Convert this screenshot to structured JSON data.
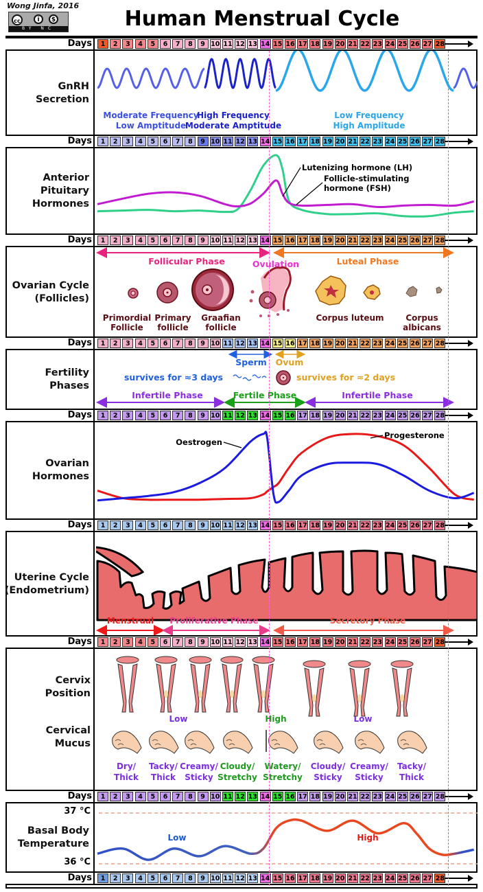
{
  "header": {
    "credit": "Wong Jinfa, 2016",
    "license_badge": {
      "icons": [
        "cc-icon",
        "by-icon",
        "nc-icon"
      ],
      "labels": [
        "BY",
        "NC"
      ]
    },
    "title": "Human Menstrual Cycle"
  },
  "days_label": "Days",
  "day_rows": [
    {
      "id": "menstrual",
      "colors": [
        "#f05a28",
        "#f6868a",
        "#f6868a",
        "#f6868a",
        "#f6868a",
        "#f7b1cd",
        "#f7b1cd",
        "#f7b1cd",
        "#f7b1cd",
        "#f9c5dc",
        "#f9c5dc",
        "#f9c5dc",
        "#f9c5dc",
        "#ee6be6",
        "#f4767b",
        "#f4767b",
        "#f4767b",
        "#f4767b",
        "#f4767b",
        "#f4767b",
        "#f4767b",
        "#f4767b",
        "#f4767b",
        "#f4767b",
        "#f4767b",
        "#f4767b",
        "#f4767b",
        "#f05a28"
      ]
    },
    {
      "id": "gnrh",
      "colors": [
        "#b9bdf2",
        "#b9bdf2",
        "#b9bdf2",
        "#b9bdf2",
        "#b9bdf2",
        "#b9bdf2",
        "#b9bdf2",
        "#b9bdf2",
        "#6a78e6",
        "#8892ee",
        "#8892ee",
        "#8892ee",
        "#8892ee",
        "#ee6be6",
        "#3ec1f0",
        "#3ec1f0",
        "#3ec1f0",
        "#3ec1f0",
        "#3ec1f0",
        "#3ec1f0",
        "#3ec1f0",
        "#3ec1f0",
        "#3ec1f0",
        "#3ec1f0",
        "#3ec1f0",
        "#3ec1f0",
        "#3ec1f0",
        "#3ec1f0"
      ]
    },
    {
      "id": "pituitary",
      "colors": [
        "#f5b0cb",
        "#f5b0cb",
        "#f5b0cb",
        "#f5b0cb",
        "#f5b0cb",
        "#f5b0cb",
        "#f5b0cb",
        "#f5b0cb",
        "#f5b0cb",
        "#f9c8dc",
        "#f9c8dc",
        "#f9c8dc",
        "#f9c8dc",
        "#ee6be6",
        "#f5a25a",
        "#f5a25a",
        "#f5a25a",
        "#f5a25a",
        "#f5a25a",
        "#f5a25a",
        "#f5a25a",
        "#f5a25a",
        "#f5a25a",
        "#f5a25a",
        "#f5a25a",
        "#f5a25a",
        "#f5a25a",
        "#f5a25a"
      ]
    },
    {
      "id": "ovarian",
      "colors": [
        "#f5b0cb",
        "#f5b0cb",
        "#f5b0cb",
        "#f5b0cb",
        "#f5b0cb",
        "#f5b0cb",
        "#f5b0cb",
        "#f5b0cb",
        "#f5b0cb",
        "#f5b0cb",
        "#a9c3f5",
        "#a9c3f5",
        "#a9c3f5",
        "#ee6be6",
        "#f7f08a",
        "#f7f08a",
        "#f5a25a",
        "#f5a25a",
        "#f5a25a",
        "#f5a25a",
        "#f5a25a",
        "#f5a25a",
        "#f5a25a",
        "#f5a25a",
        "#f5a25a",
        "#f5a25a",
        "#f5a25a",
        "#f5a25a"
      ]
    },
    {
      "id": "fertility",
      "colors": [
        "#c39af0",
        "#c39af0",
        "#c39af0",
        "#c39af0",
        "#c39af0",
        "#c39af0",
        "#c39af0",
        "#c39af0",
        "#c39af0",
        "#c39af0",
        "#2ee02e",
        "#2ee02e",
        "#2ee02e",
        "#ee6be6",
        "#2ee02e",
        "#2ee02e",
        "#c39af0",
        "#c39af0",
        "#c39af0",
        "#c39af0",
        "#c39af0",
        "#c39af0",
        "#c39af0",
        "#c39af0",
        "#c39af0",
        "#c39af0",
        "#c39af0",
        "#c39af0"
      ]
    },
    {
      "id": "ovarian_hormones",
      "colors": [
        "#a9c8f0",
        "#a9c8f0",
        "#a9c8f0",
        "#a9c8f0",
        "#a9c8f0",
        "#a9c8f0",
        "#a9c8f0",
        "#a9c8f0",
        "#a9c8f0",
        "#a9c8f0",
        "#a9c8f0",
        "#a9c8f0",
        "#a9c8f0",
        "#ee6be6",
        "#f2768e",
        "#f2768e",
        "#f2768e",
        "#f2768e",
        "#f2768e",
        "#f2768e",
        "#f2768e",
        "#f2768e",
        "#f2768e",
        "#f2768e",
        "#f2768e",
        "#f2768e",
        "#f2768e",
        "#f2768e"
      ]
    },
    {
      "id": "uterine",
      "colors": [
        "#f6868a",
        "#f6868a",
        "#f6868a",
        "#f6868a",
        "#f6868a",
        "#f7b1cd",
        "#f7b1cd",
        "#f7b1cd",
        "#f7b1cd",
        "#f9c5dc",
        "#f9c5dc",
        "#f9c5dc",
        "#f9c5dc",
        "#ee6be6",
        "#f4767b",
        "#f4767b",
        "#f4767b",
        "#f4767b",
        "#f4767b",
        "#f4767b",
        "#f4767b",
        "#f4767b",
        "#f4767b",
        "#f4767b",
        "#f4767b",
        "#f4767b",
        "#f4767b",
        "#f05a28"
      ]
    },
    {
      "id": "cervical",
      "colors": [
        "#c39af0",
        "#c39af0",
        "#c39af0",
        "#c39af0",
        "#c39af0",
        "#c39af0",
        "#c39af0",
        "#c39af0",
        "#c39af0",
        "#c39af0",
        "#2ee02e",
        "#2ee02e",
        "#2ee02e",
        "#ee6be6",
        "#2ee02e",
        "#2ee02e",
        "#c39af0",
        "#c39af0",
        "#c39af0",
        "#c39af0",
        "#c39af0",
        "#c39af0",
        "#c39af0",
        "#c39af0",
        "#c39af0",
        "#c39af0",
        "#c39af0",
        "#c39af0"
      ]
    },
    {
      "id": "bbt",
      "colors": [
        "#6d9be0",
        "#a9c8f0",
        "#a9c8f0",
        "#a9c8f0",
        "#a9c8f0",
        "#a9c8f0",
        "#a9c8f0",
        "#a9c8f0",
        "#a9c8f0",
        "#b9d4f4",
        "#b9d4f4",
        "#b9d4f4",
        "#b9d4f4",
        "#ee6be6",
        "#f2768e",
        "#f2768e",
        "#f2768e",
        "#f2768e",
        "#f2768e",
        "#f2768e",
        "#f2768e",
        "#f2768e",
        "#f2768e",
        "#f2768e",
        "#f2768e",
        "#f2768e",
        "#f2768e",
        "#f05a28"
      ]
    }
  ],
  "sections": {
    "gnrh": {
      "label": [
        "GnRH",
        "Secretion"
      ],
      "annotations": [
        {
          "lines": [
            "Moderate Frequency",
            "Low Amptitude"
          ],
          "color": "#3b4fe0"
        },
        {
          "lines": [
            "High Frequency",
            "Moderate Amptitude"
          ],
          "color": "#1a22c8"
        },
        {
          "lines": [
            "Low Frequency",
            "High Amplitude"
          ],
          "color": "#2aa6ea"
        }
      ]
    },
    "pituitary": {
      "label": [
        "Anterior",
        "Pituitary",
        "Hormones"
      ],
      "legend": {
        "lh": "Lutenizing hormone (LH)",
        "fsh": [
          "Follicle-stimulating",
          "hormone (FSH)"
        ]
      }
    },
    "ovarian": {
      "label": [
        "Ovarian Cycle",
        "(Follicles)"
      ],
      "phases": {
        "follicular": "Follicular Phase",
        "ovulation": "Ovulation",
        "luteal": "Luteal Phase"
      },
      "stages": [
        [
          "Primordial",
          "Follicle"
        ],
        [
          "Primary",
          "follicle"
        ],
        [
          "Graafian",
          "follicle"
        ],
        [
          "Corpus luteum"
        ],
        [
          "Corpus",
          "albicans"
        ]
      ]
    },
    "fertility": {
      "label": [
        "Fertility",
        "Phases"
      ],
      "sperm": "Sperm",
      "ovum": "Ovum",
      "sperm_survival": "survives for ≈3 days",
      "ovum_survival": "survives for ≈2 days",
      "phases": [
        "Infertile Phase",
        "Fertile Phase",
        "Infertile Phase"
      ]
    },
    "ovarian_hormones": {
      "label": [
        "Ovarian",
        "Hormones"
      ],
      "legend": {
        "oestrogen": "Oestrogen",
        "progesterone": "Progesterone"
      }
    },
    "uterine": {
      "label": [
        "Uterine Cycle",
        "(Endometrium)"
      ],
      "phases": [
        "Menstrual",
        "Proliferative Phase",
        "Secretory Phase"
      ]
    },
    "cervix": {
      "label": [
        "Cervix",
        "Position"
      ],
      "positions": [
        "Low",
        "High",
        "Low"
      ]
    },
    "mucus": {
      "label": [
        "Cervical",
        "Mucus"
      ],
      "types": [
        [
          "Dry/",
          "Thick"
        ],
        [
          "Tacky/",
          "Thick"
        ],
        [
          "Creamy/",
          "Sticky"
        ],
        [
          "Cloudy/",
          "Stretchy"
        ],
        [
          "Watery/",
          "Stretchy"
        ],
        [
          "Cloudy/",
          "Sticky"
        ],
        [
          "Creamy/",
          "Sticky"
        ],
        [
          "Tacky/",
          "Thick"
        ]
      ],
      "type_colors": [
        "#7b2fe0",
        "#7b2fe0",
        "#7b2fe0",
        "#1f9a1f",
        "#1f9a1f",
        "#7b2fe0",
        "#7b2fe0",
        "#7b2fe0"
      ]
    },
    "bbt": {
      "label": [
        "Basal Body",
        "Temperature"
      ],
      "high_temp": "37 °C",
      "low_temp": "36 °C",
      "low_label": "Low",
      "high_label": "High"
    }
  },
  "colors": {
    "lh": "#2fd08a",
    "fsh": "#c21cd0",
    "oestrogen": "#1a1ae0",
    "progesterone": "#e81818",
    "endometrium": "#e86c6c",
    "ovulation_line": "#ff5fd7",
    "cycle_end_line": "#888888",
    "follicular": "#e8237e",
    "luteal": "#f07820",
    "ovulation": "#ee2fd0",
    "infertile": "#8a2ee0",
    "fertile": "#18a018",
    "sperm": "#2060e0",
    "ovum": "#e0a020",
    "menstrual": "#f01818",
    "proliferative": "#e83c8c",
    "secretory": "#f05a48"
  },
  "chart_data": [
    {
      "type": "line",
      "title": "GnRH Secretion",
      "x_units": "day",
      "series": [
        {
          "name": "Moderate frequency / low amplitude",
          "x_range": [
            1,
            9
          ],
          "cycles": 6,
          "amplitude": "low"
        },
        {
          "name": "High frequency / moderate amplitude",
          "x_range": [
            9,
            14
          ],
          "cycles": 5,
          "amplitude": "moderate"
        },
        {
          "name": "Low frequency / high amplitude",
          "x_range": [
            14,
            28
          ],
          "cycles": 4,
          "amplitude": "high"
        }
      ]
    },
    {
      "type": "line",
      "title": "Anterior Pituitary Hormones",
      "x": [
        0,
        2,
        4,
        6,
        8,
        10,
        11,
        12,
        13,
        14,
        14.5,
        15,
        16,
        18,
        20,
        22,
        24,
        26,
        28,
        29.5
      ],
      "series": [
        {
          "name": "Lutenizing hormone (LH)",
          "values": [
            20,
            21,
            22,
            20,
            21,
            19,
            23,
            50,
            85,
            100,
            80,
            35,
            22,
            16,
            16,
            17,
            13,
            13,
            18,
            20
          ]
        },
        {
          "name": "Follicle-stimulating hormone (FSH)",
          "values": [
            30,
            38,
            45,
            47,
            42,
            30,
            27,
            31,
            45,
            64,
            45,
            32,
            28,
            29,
            30,
            26,
            28,
            29,
            28,
            34
          ]
        }
      ]
    },
    {
      "type": "line",
      "title": "Ovarian Hormones",
      "x": [
        0,
        2,
        4,
        6,
        8,
        10,
        12,
        13,
        13.3,
        13.8,
        14.2,
        15,
        16,
        18,
        20,
        22,
        24,
        26,
        28,
        29.5
      ],
      "series": [
        {
          "name": "Oestrogen",
          "values": [
            12,
            15,
            18,
            23,
            35,
            55,
            90,
            100,
            95,
            20,
            10,
            25,
            45,
            60,
            62,
            60,
            45,
            25,
            15,
            22
          ]
        },
        {
          "name": "Progesterone",
          "values": [
            25,
            15,
            13,
            13,
            13,
            14,
            15,
            20,
            24,
            30,
            35,
            55,
            75,
            95,
            100,
            97,
            85,
            55,
            20,
            13
          ]
        }
      ]
    },
    {
      "type": "line",
      "title": "Basal Body Temperature",
      "ylabel": "°C",
      "ylim": [
        36,
        37
      ],
      "x": [
        0,
        2,
        4,
        6,
        8,
        10,
        12,
        13,
        14,
        15,
        16,
        18,
        20,
        22,
        24,
        25,
        26,
        27,
        28,
        29.5
      ],
      "series": [
        {
          "name": "BBT",
          "values": [
            36.2,
            36.3,
            36.08,
            36.3,
            36.15,
            36.35,
            36.2,
            36.3,
            36.7,
            36.85,
            36.85,
            36.65,
            36.85,
            36.6,
            36.8,
            36.6,
            36.3,
            36.18,
            36.2,
            36.28
          ]
        }
      ]
    }
  ]
}
